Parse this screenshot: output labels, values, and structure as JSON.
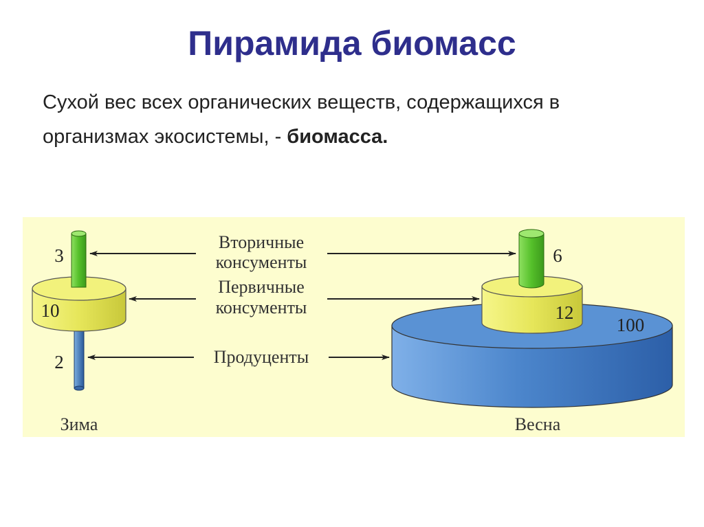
{
  "slide": {
    "title": "Пирамида биомасс",
    "text_main": "Сухой вес всех органических веществ, содержащихся в организмах экосистемы, - ",
    "text_bold": "биомасса."
  },
  "diagram": {
    "labels": {
      "secondary_line1": "Вторичные",
      "secondary_line2": "консументы",
      "primary_line1": "Первичные",
      "primary_line2": "консументы",
      "producers": "Продуценты"
    },
    "winter": {
      "name": "Зима",
      "secondary": "3",
      "primary": "10",
      "producers": "2"
    },
    "spring": {
      "name": "Весна",
      "secondary": "6",
      "primary": "12",
      "producers": "100"
    },
    "colors": {
      "panel": "#fdfdcf",
      "blue": "#5b8fcf",
      "yellow": "#eded70",
      "green": "#66cc33",
      "title": "#2e2e8c"
    }
  }
}
